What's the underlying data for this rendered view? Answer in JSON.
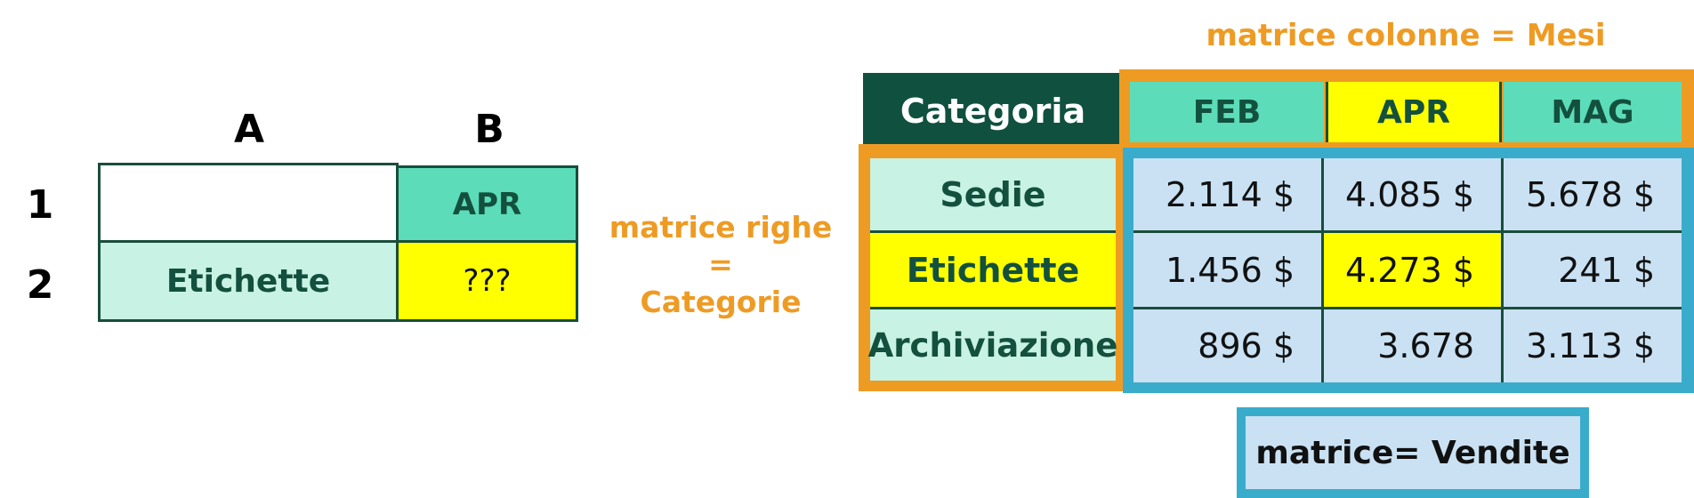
{
  "colors": {
    "dark_green": "#10503f",
    "mint": "#5cdcb8",
    "light_mint": "#c8f2e3",
    "yellow": "#ffff00",
    "light_blue": "#c9e1f3",
    "orange": "#ee9b24",
    "blue_frame": "#3aaccb"
  },
  "left_sheet": {
    "col_headers": [
      "A",
      "B"
    ],
    "row_headers": [
      "1",
      "2"
    ],
    "cells": {
      "A1": "",
      "B1": "APR",
      "A2": "Etichette",
      "B2": "???"
    }
  },
  "annotations": {
    "rows_label": [
      "matrice righe",
      "=",
      "Categorie"
    ],
    "cols_label": "matrice colonne = Mesi",
    "values_label": "matrice= Vendite"
  },
  "table": {
    "corner_header": "Categoria",
    "months": [
      "FEB",
      "APR",
      "MAG"
    ],
    "rows": [
      {
        "category": "Sedie",
        "values": [
          "2.114 $",
          "4.085 $",
          "5.678 $"
        ]
      },
      {
        "category": "Etichette",
        "values": [
          "1.456 $",
          "4.273 $",
          "241 $"
        ]
      },
      {
        "category": "Archiviazione",
        "values": [
          "896 $",
          "3.678",
          "3.113 $"
        ]
      }
    ],
    "highlight": {
      "row": "Etichette",
      "column": "APR",
      "value": "4.273 $"
    }
  }
}
